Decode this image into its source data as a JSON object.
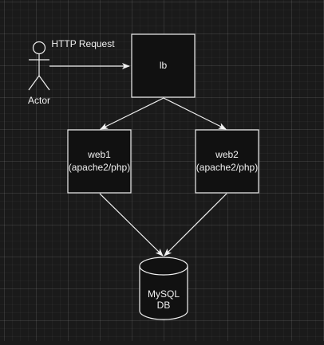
{
  "diagram": {
    "colors": {
      "background": "#1a1a1a",
      "node_fill": "#111111",
      "stroke": "#f0f0f0",
      "text": "#f0f0f0"
    },
    "actor": {
      "label": "Actor",
      "icon": "stick-figure-icon"
    },
    "edge_labels": {
      "actor_to_lb": "HTTP Request"
    },
    "nodes": {
      "lb": {
        "label": "lb"
      },
      "web1": {
        "label_line1": "web1",
        "label_line2": "(apache2/php)"
      },
      "web2": {
        "label_line1": "web2",
        "label_line2": "(apache2/php)"
      },
      "db": {
        "label_line1": "MySQL",
        "label_line2": "DB"
      }
    }
  }
}
